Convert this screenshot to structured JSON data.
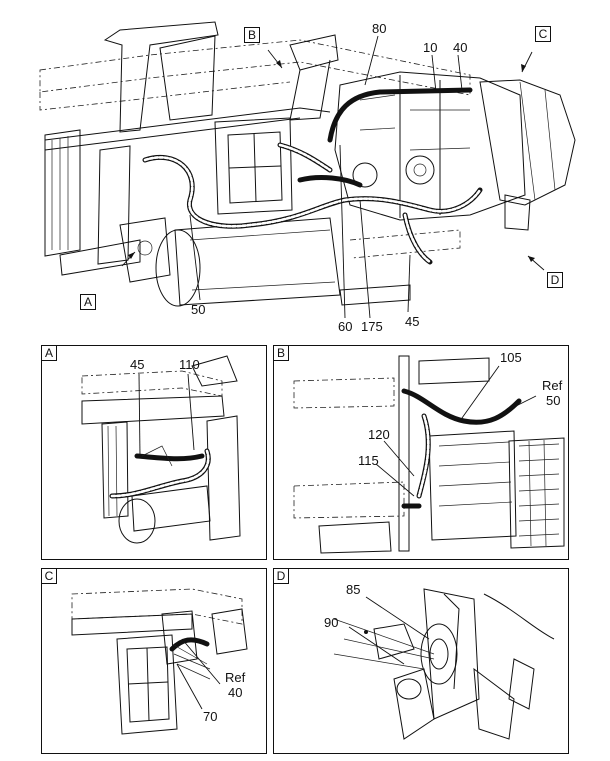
{
  "main_view": {
    "view_labels": {
      "A": "A",
      "B": "B",
      "C": "C",
      "D": "D"
    },
    "callouts": {
      "c80": "80",
      "c10": "10",
      "c40": "40",
      "c50": "50",
      "c60": "60",
      "c175": "175",
      "c45": "45"
    }
  },
  "detail_a": {
    "corner_label": "A",
    "callouts": {
      "c45": "45",
      "c110": "110"
    }
  },
  "detail_b": {
    "corner_label": "B",
    "callouts": {
      "c105": "105",
      "ref": "Ref",
      "c50": "50",
      "c120": "120",
      "c115": "115"
    }
  },
  "detail_c": {
    "corner_label": "C",
    "callouts": {
      "ref": "Ref",
      "c40": "40",
      "c70": "70"
    }
  },
  "detail_d": {
    "corner_label": "D",
    "callouts": {
      "c85": "85",
      "c90": "90"
    }
  }
}
